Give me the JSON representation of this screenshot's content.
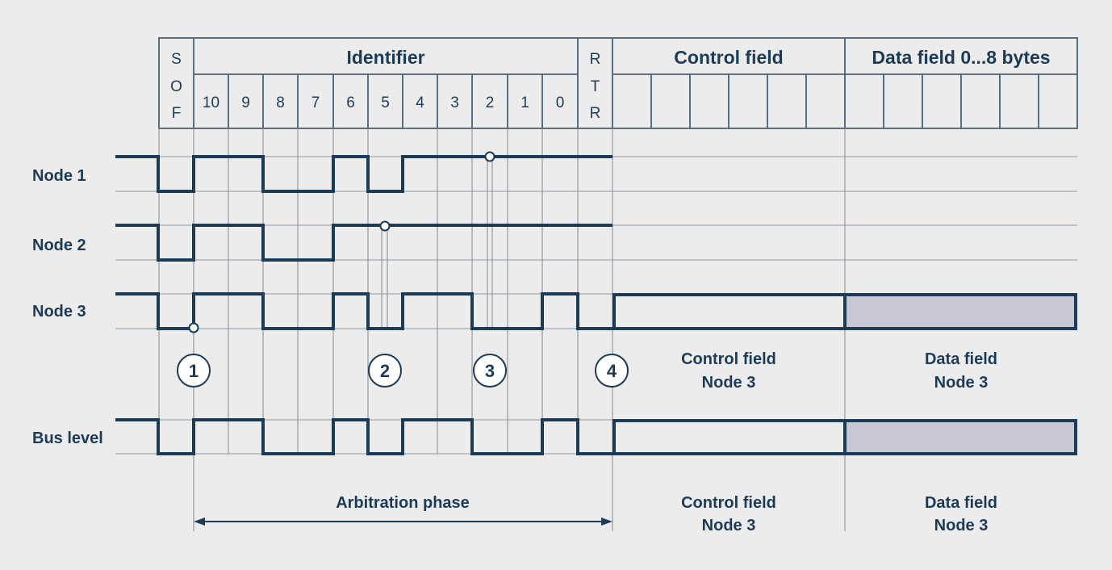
{
  "header": {
    "sof_letters": [
      "S",
      "O",
      "F"
    ],
    "identifier_title": "Identifier",
    "identifier_bits": [
      "10",
      "9",
      "8",
      "7",
      "6",
      "5",
      "4",
      "3",
      "2",
      "1",
      "0"
    ],
    "rtr_letters": [
      "R",
      "T",
      "R"
    ],
    "control_field_title": "Control field",
    "data_field_title": "Data field 0...8 bytes"
  },
  "rows": {
    "node1": "Node 1",
    "node2": "Node 2",
    "node3": "Node 3",
    "bus": "Bus level"
  },
  "markers": [
    "1",
    "2",
    "3",
    "4"
  ],
  "node3_fields": {
    "control_line1": "Control field",
    "control_line2": "Node 3",
    "data_line1": "Data field",
    "data_line2": "Node 3"
  },
  "bottom": {
    "arbitration": "Arbitration phase",
    "control_line1": "Control field",
    "control_line2": "Node 3",
    "data_line1": "Data field",
    "data_line2": "Node 3"
  },
  "colors": {
    "signal": "#1c3b57",
    "grid": "#7d8c99",
    "data_fill": "#c8c8d4",
    "background": "#ececec"
  }
}
